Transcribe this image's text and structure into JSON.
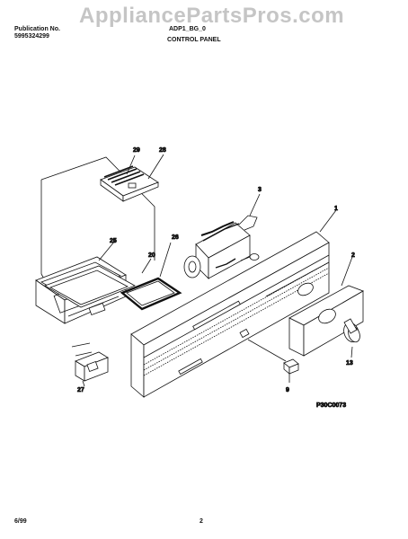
{
  "header": {
    "publication_label": "Publication No.",
    "publication_number": "5995324299",
    "model": "ADP1_BG_0",
    "section_title": "CONTROL PANEL"
  },
  "watermark": "AppliancePartsPros.com",
  "diagram": {
    "part_callouts": [
      "29",
      "28",
      "3",
      "1",
      "25",
      "26",
      "20",
      "2",
      "27",
      "9",
      "13"
    ],
    "figure_code": "P30C0073"
  },
  "footer": {
    "date": "6/99",
    "page": "2"
  }
}
